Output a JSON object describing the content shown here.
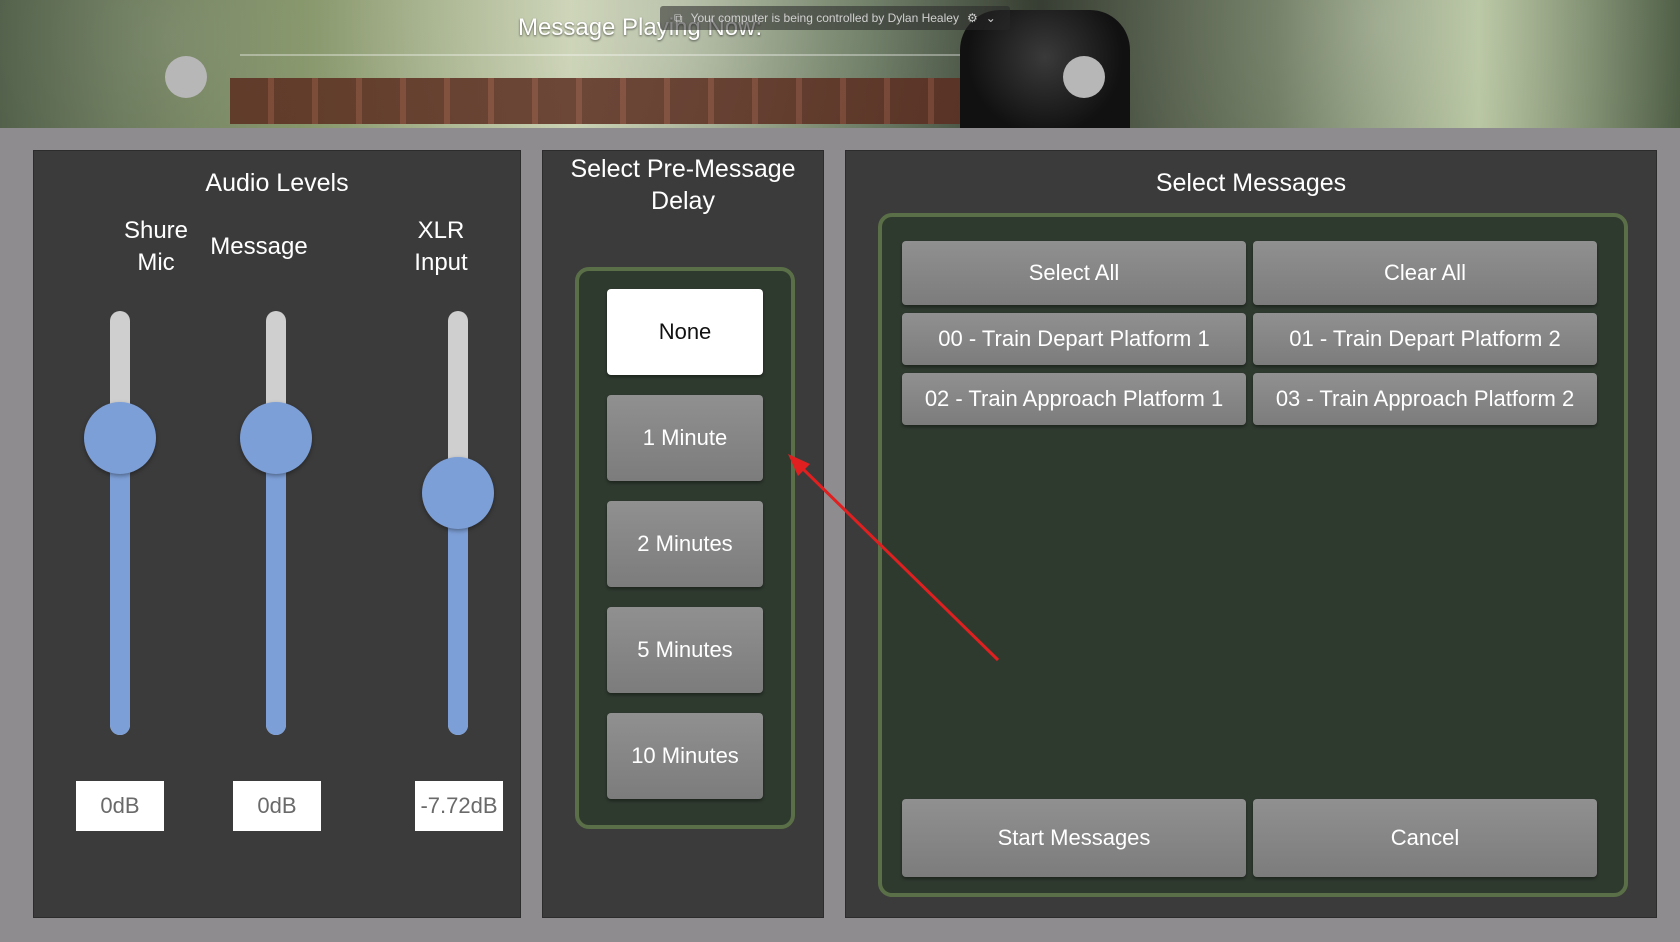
{
  "header": {
    "title": "Message Playing Now:",
    "remote_notice": "Your computer is being controlled by Dylan Healey"
  },
  "audio": {
    "title": "Audio Levels",
    "channels": [
      {
        "name": "Shure\nMic",
        "value": "0dB",
        "level": 0.7
      },
      {
        "name": "Message",
        "value": "0dB",
        "level": 0.7
      },
      {
        "name": "XLR\nInput",
        "value": "-7.72dB",
        "level": 0.57
      }
    ]
  },
  "delay": {
    "title": "Select Pre-Message\nDelay",
    "options": [
      "None",
      "1 Minute",
      "2 Minutes",
      "5 Minutes",
      "10 Minutes"
    ],
    "selected": "None"
  },
  "messages": {
    "title": "Select Messages",
    "select_all": "Select All",
    "clear_all": "Clear All",
    "items": [
      "00 - Train Depart Platform 1",
      "01 - Train Depart Platform 2",
      "02 - Train Approach Platform 1",
      "03 - Train Approach Platform 2"
    ],
    "start": "Start Messages",
    "cancel": "Cancel"
  },
  "colors": {
    "slider_fill": "#7d9fd7",
    "group_border": "#5a6f47",
    "annotation_arrow": "#e02020"
  }
}
